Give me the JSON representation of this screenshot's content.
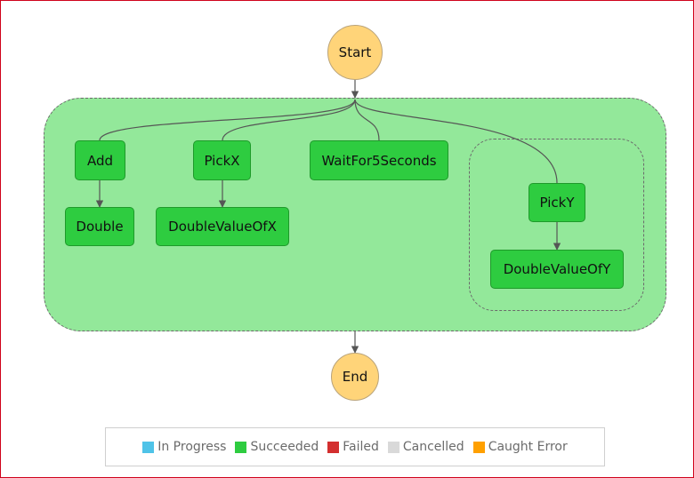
{
  "states": {
    "start": "Start",
    "end": "End",
    "add": "Add",
    "double": "Double",
    "pickx": "PickX",
    "doublevalueofx": "DoubleValueOfX",
    "wait": "WaitFor5Seconds",
    "picky": "PickY",
    "doublevalueofy": "DoubleValueOfY"
  },
  "legend": [
    {
      "label": "In Progress",
      "color": "#4fc3e8"
    },
    {
      "label": "Succeeded",
      "color": "#2ecc40"
    },
    {
      "label": "Failed",
      "color": "#d32f2f"
    },
    {
      "label": "Cancelled",
      "color": "#d9d9d9"
    },
    {
      "label": "Caught Error",
      "color": "#ffa000"
    }
  ]
}
